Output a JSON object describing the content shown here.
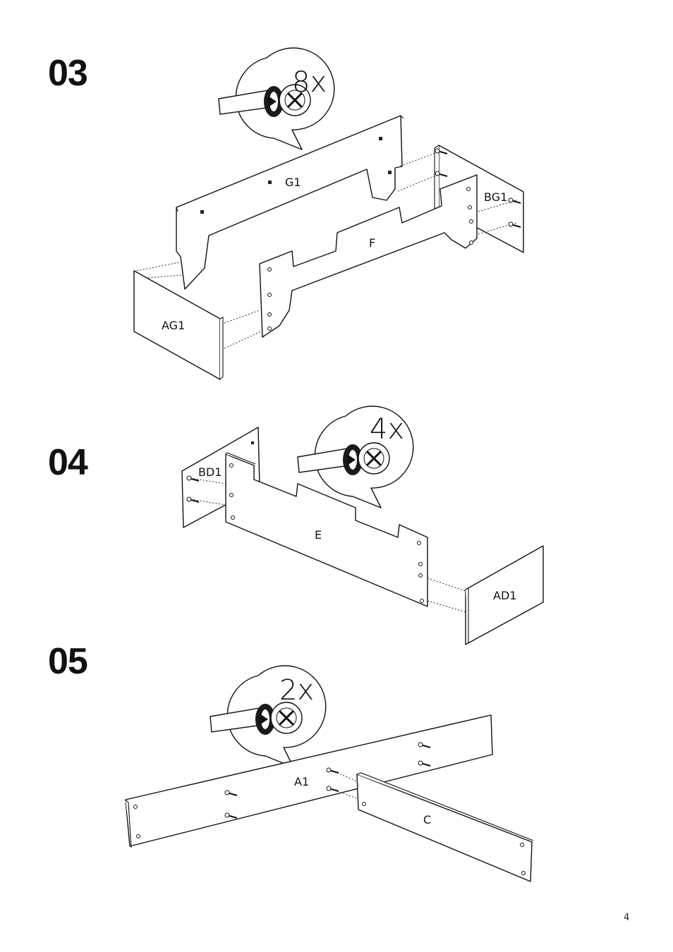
{
  "steps": [
    {
      "number": "03",
      "quantity": "8x",
      "parts": [
        "G1",
        "BG1",
        "F",
        "AG1"
      ]
    },
    {
      "number": "04",
      "quantity": "4x",
      "parts": [
        "BD1",
        "E",
        "AD1"
      ]
    },
    {
      "number": "05",
      "quantity": "2x",
      "parts": [
        "A1",
        "C"
      ]
    }
  ],
  "page": {
    "number": "4"
  },
  "icons": [
    "screwdriver-cam-lock-icon"
  ]
}
